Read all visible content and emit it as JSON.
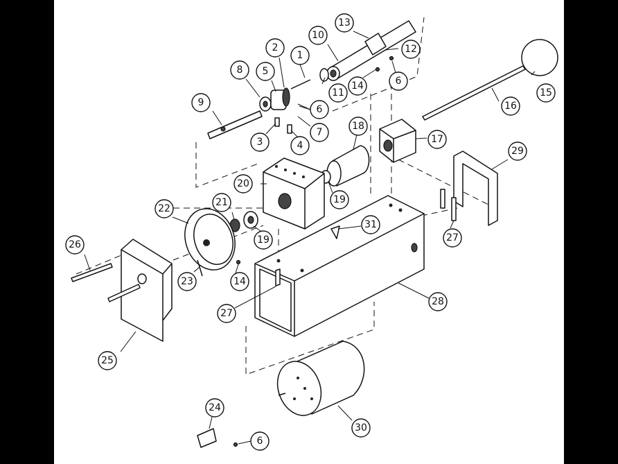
{
  "diagram": {
    "callouts": [
      {
        "id": "c1",
        "label": "1"
      },
      {
        "id": "c2",
        "label": "2"
      },
      {
        "id": "c3",
        "label": "3"
      },
      {
        "id": "c4",
        "label": "4"
      },
      {
        "id": "c5",
        "label": "5"
      },
      {
        "id": "c6a",
        "label": "6"
      },
      {
        "id": "c6b",
        "label": "6"
      },
      {
        "id": "c6c",
        "label": "6"
      },
      {
        "id": "c7",
        "label": "7"
      },
      {
        "id": "c8",
        "label": "8"
      },
      {
        "id": "c9",
        "label": "9"
      },
      {
        "id": "c10",
        "label": "10"
      },
      {
        "id": "c11",
        "label": "11"
      },
      {
        "id": "c12",
        "label": "12"
      },
      {
        "id": "c13",
        "label": "13"
      },
      {
        "id": "c14a",
        "label": "14"
      },
      {
        "id": "c14b",
        "label": "14"
      },
      {
        "id": "c15",
        "label": "15"
      },
      {
        "id": "c16",
        "label": "16"
      },
      {
        "id": "c17",
        "label": "17"
      },
      {
        "id": "c18",
        "label": "18"
      },
      {
        "id": "c19a",
        "label": "19"
      },
      {
        "id": "c19b",
        "label": "19"
      },
      {
        "id": "c20",
        "label": "20"
      },
      {
        "id": "c21",
        "label": "21"
      },
      {
        "id": "c22",
        "label": "22"
      },
      {
        "id": "c23",
        "label": "23"
      },
      {
        "id": "c24",
        "label": "24"
      },
      {
        "id": "c25",
        "label": "25"
      },
      {
        "id": "c26",
        "label": "26"
      },
      {
        "id": "c27a",
        "label": "27"
      },
      {
        "id": "c27b",
        "label": "27"
      },
      {
        "id": "c28",
        "label": "28"
      },
      {
        "id": "c29",
        "label": "29"
      },
      {
        "id": "c30",
        "label": "30"
      },
      {
        "id": "c31",
        "label": "31"
      }
    ]
  }
}
